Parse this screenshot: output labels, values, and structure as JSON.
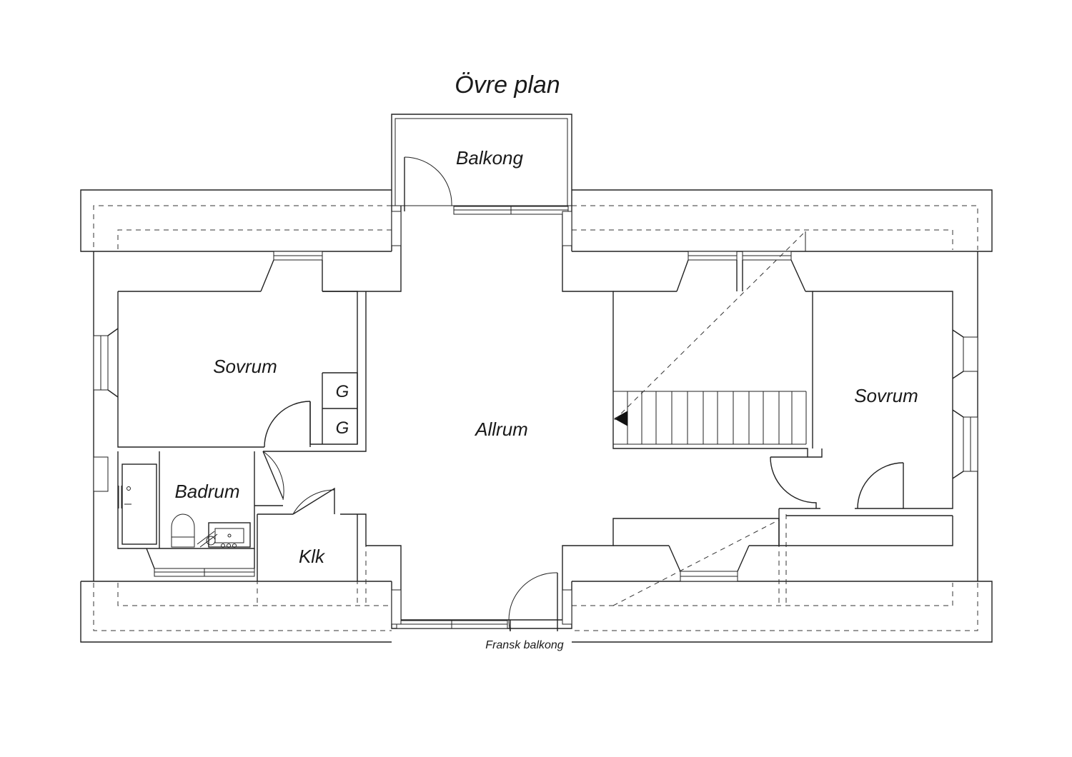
{
  "title": "Övre plan",
  "rooms": {
    "balkong": "Balkong",
    "sovrum_left": "Sovrum",
    "allrum": "Allrum",
    "sovrum_right": "Sovrum",
    "badrum": "Badrum",
    "klk": "Klk"
  },
  "closets": {
    "g1": "G",
    "g2": "G"
  },
  "notes": {
    "fransk_balkong": "Fransk balkong"
  },
  "colors": {
    "line": "#222222",
    "background": "#ffffff"
  }
}
